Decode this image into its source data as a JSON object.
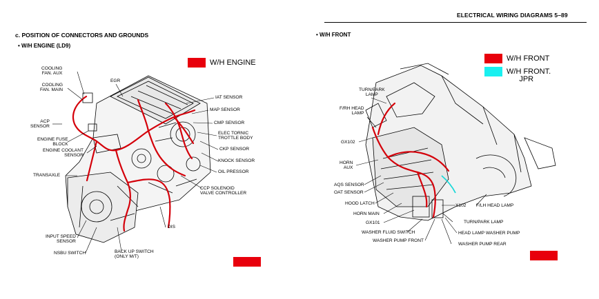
{
  "header": {
    "title": "ELECTRICAL WIRING DIAGRAMS  5–89"
  },
  "section": {
    "title": "c. POSITION OF CONNECTORS AND GROUNDS"
  },
  "engine": {
    "bullet": "•  W/H ENGINE (LD9)",
    "legend": {
      "label": "W/H ENGINE",
      "color": "#e8000c"
    },
    "labels": {
      "cooling_aux": "COOLING\nFAN. AUX",
      "cooling_main": "COOLING\nFAN. MAIN",
      "egr": "EGR",
      "acp": "ACP\nSENSOR",
      "fuse_block": "ENGINE FUSE\nBLOCK",
      "coolant": "ENGINE COOLANT\nSENSOR",
      "transaxle": "TRANSAXLE",
      "input_speed": "INPUT SPEED\nSENSOR",
      "nsbu": "NSBU SWITCH",
      "backup": "BACK UP SWITCH\n(ONLY M/T)",
      "dis": "DIS",
      "ccp": "CCP SOLENOID\nVALVE CONTROLLER",
      "oil": "OIL PRESSOR",
      "knock": "KNOCK SENSOR",
      "ckp": "CKP SENSOR",
      "etb": "ELEC TORNIC\nTROTTLE BODY",
      "cmp": "CMP SENSOR",
      "map": "MAP SENSOR",
      "iat": "IAT SENSOR"
    }
  },
  "front": {
    "bullet": "•  W/H FRONT",
    "legend": [
      {
        "label": "W/H FRONT",
        "color": "#e8000c"
      },
      {
        "label": "W/H FRONT.\n      JPR",
        "color": "#19f0f0"
      }
    ],
    "labels": {
      "turn_park_lamp": "TURN/PARK\nLAMP",
      "frh_head": "F/RH HEAD\nLAMP",
      "gx102": "GX102",
      "horn_aux": "HORN\nAUX",
      "aqs": "AQS SENSOR",
      "oat": "OAT SENSOR",
      "hood_latch": "HOOD LATCH",
      "horn_main": "HORN MAIN",
      "gx101": "GX101",
      "washer_fluid": "WASHER FLUID SWITCH",
      "washer_front": "WASHER PUMP FRONT",
      "x102": "X102",
      "flh_head": "F/LH HEAD LAMP",
      "turn_park_lamp2": "TURN/PARK LAMP",
      "head_washer": "HEAD LAMP WASHER PUMP",
      "washer_rear": "WASHER PUMP REAR"
    }
  },
  "markers": {
    "color": "#e8000c"
  }
}
